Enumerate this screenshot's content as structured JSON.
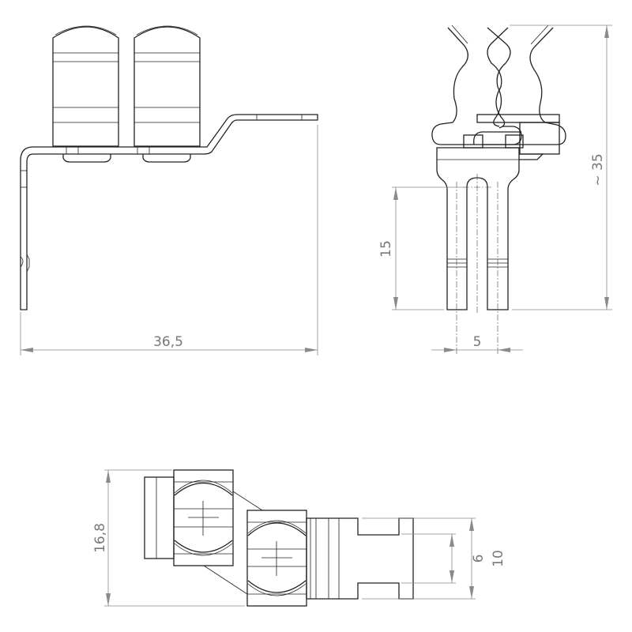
{
  "drawing": {
    "views": [
      "side-view",
      "front-view",
      "top-view"
    ],
    "dimensions": {
      "total_width": "36,5",
      "height_approx": "~ 35",
      "prong_length": "15",
      "prong_pitch": "5",
      "overall_depth": "16,8",
      "slot_width": "6",
      "tail_width": "10"
    },
    "colors": {
      "line": "#222222",
      "dimension": "#8a8a8a",
      "text": "#777777"
    }
  }
}
